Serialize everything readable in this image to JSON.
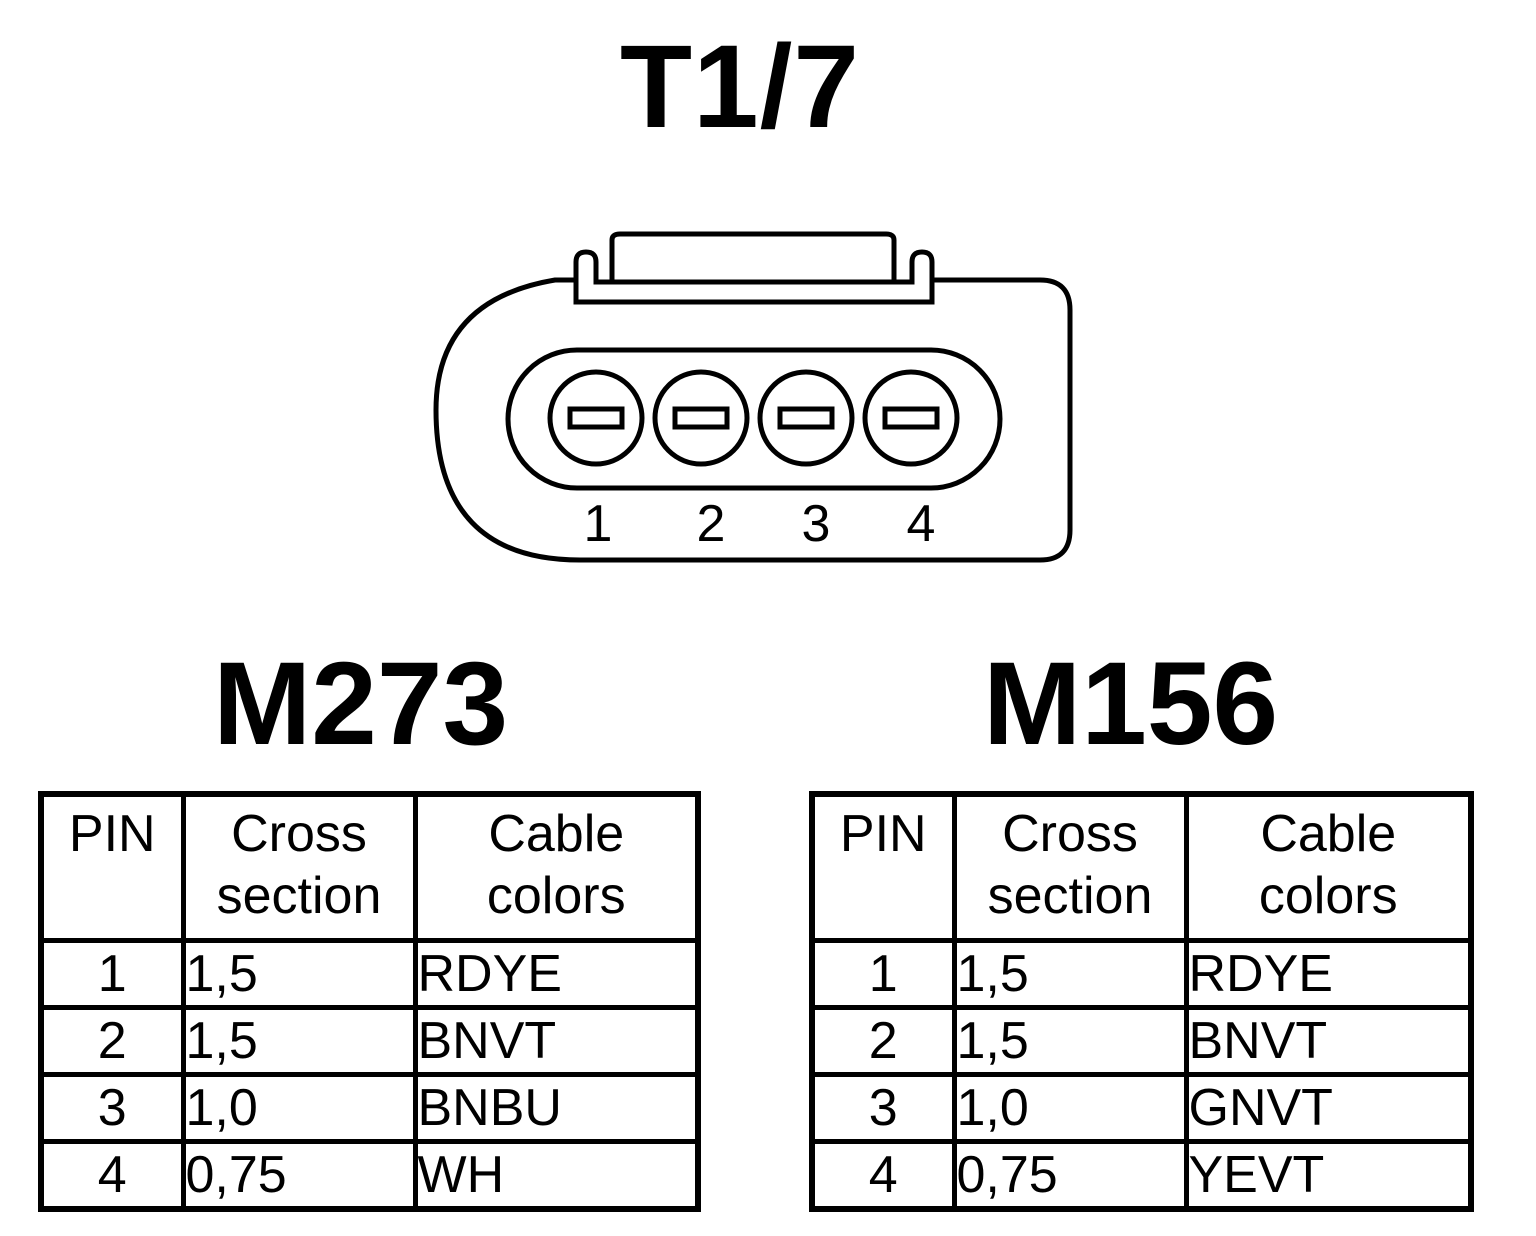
{
  "title": "T1/7",
  "connector": {
    "pins": [
      "1",
      "2",
      "3",
      "4"
    ]
  },
  "tables": [
    {
      "engine": "M273",
      "headers": {
        "pin": "PIN",
        "cross_section": [
          "Cross",
          "section"
        ],
        "cable_colors": [
          "Cable",
          "colors"
        ]
      },
      "rows": [
        {
          "pin": "1",
          "cross_section": "1,5",
          "color": "RDYE"
        },
        {
          "pin": "2",
          "cross_section": "1,5",
          "color": "BNVT"
        },
        {
          "pin": "3",
          "cross_section": "1,0",
          "color": "BNBU"
        },
        {
          "pin": "4",
          "cross_section": "0,75",
          "color": "WH"
        }
      ]
    },
    {
      "engine": "M156",
      "headers": {
        "pin": "PIN",
        "cross_section": [
          "Cross",
          "section"
        ],
        "cable_colors": [
          "Cable",
          "colors"
        ]
      },
      "rows": [
        {
          "pin": "1",
          "cross_section": "1,5",
          "color": "RDYE"
        },
        {
          "pin": "2",
          "cross_section": "1,5",
          "color": "BNVT"
        },
        {
          "pin": "3",
          "cross_section": "1,0",
          "color": "GNVT"
        },
        {
          "pin": "4",
          "cross_section": "0,75",
          "color": "YEVT"
        }
      ]
    }
  ]
}
